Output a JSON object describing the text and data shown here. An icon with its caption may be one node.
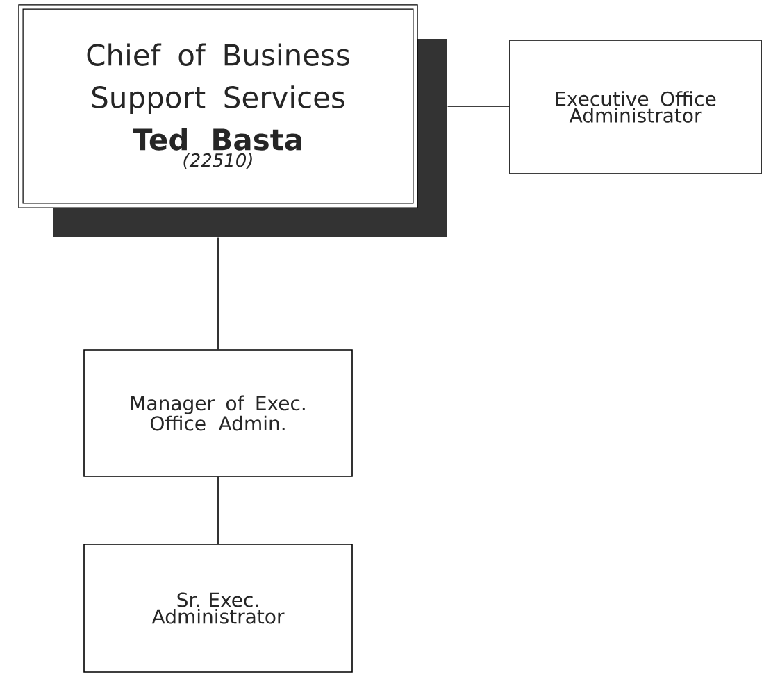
{
  "diagram": {
    "nodes": [
      {
        "text": [
          "Chief of Business Support Services",
          "Ted Basta",
          "(22510)"
        ]
      },
      {
        "text": [
          "Executive Office Administrator"
        ]
      },
      {
        "text": [
          "Manager of Exec. Office Admin."
        ]
      },
      {
        "text": [
          "Sr. Exec. Administrator"
        ]
      }
    ],
    "edges": [
      {
        "from": 0,
        "to": 1,
        "arrow": "none"
      },
      {
        "from": 0,
        "to": 2,
        "arrow": "none"
      },
      {
        "from": 2,
        "to": 3,
        "arrow": "none"
      }
    ]
  }
}
